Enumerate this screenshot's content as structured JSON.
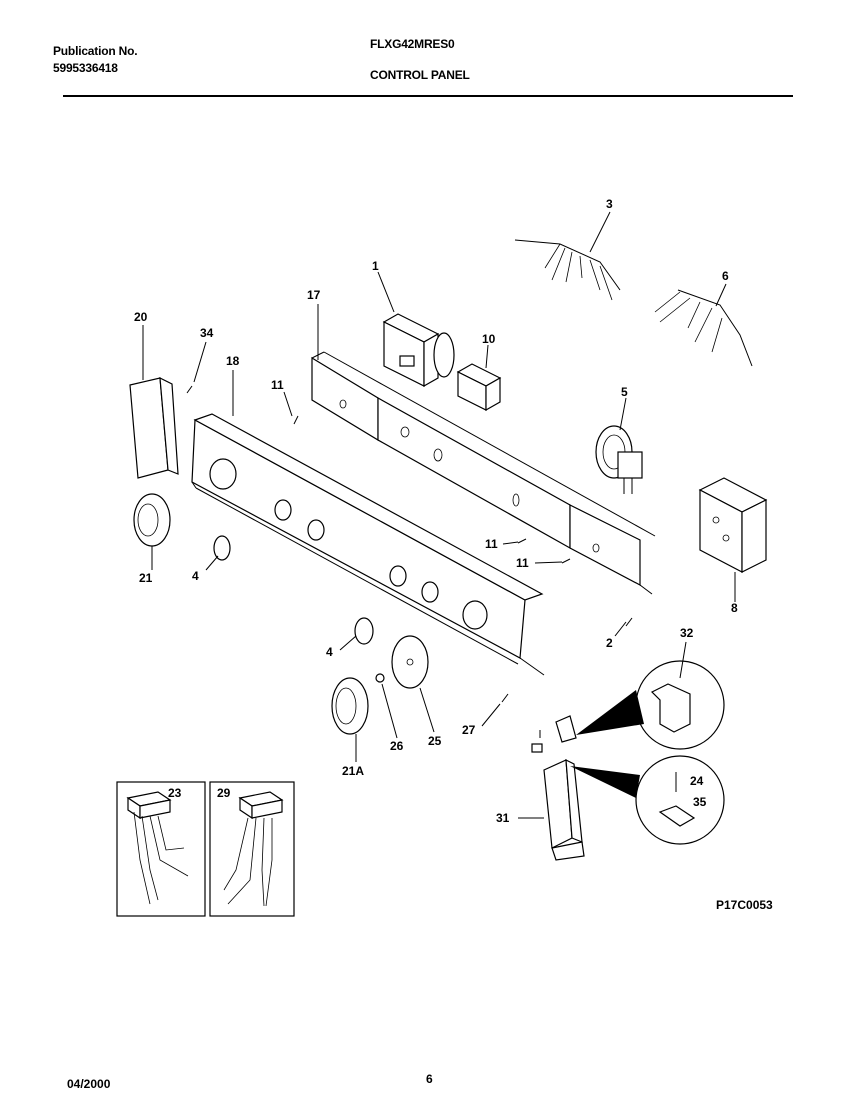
{
  "header": {
    "publication_label": "Publication No.",
    "publication_number": "5995336418",
    "model": "FLXG42MRES0",
    "section": "CONTROL PANEL"
  },
  "footer": {
    "date": "04/2000",
    "page": "6",
    "reference": "P17C0053"
  },
  "callouts": {
    "c1": "1",
    "c2": "2",
    "c3": "3",
    "c4a": "4",
    "c4b": "4",
    "c5": "5",
    "c6": "6",
    "c8": "8",
    "c10": "10",
    "c11a": "11",
    "c11b": "11",
    "c11c": "11",
    "c17": "17",
    "c18": "18",
    "c20": "20",
    "c21": "21",
    "c21a": "21A",
    "c23": "23",
    "c24": "24",
    "c25": "25",
    "c26": "26",
    "c27": "27",
    "c29": "29",
    "c31": "31",
    "c32": "32",
    "c34": "34",
    "c35": "35"
  }
}
